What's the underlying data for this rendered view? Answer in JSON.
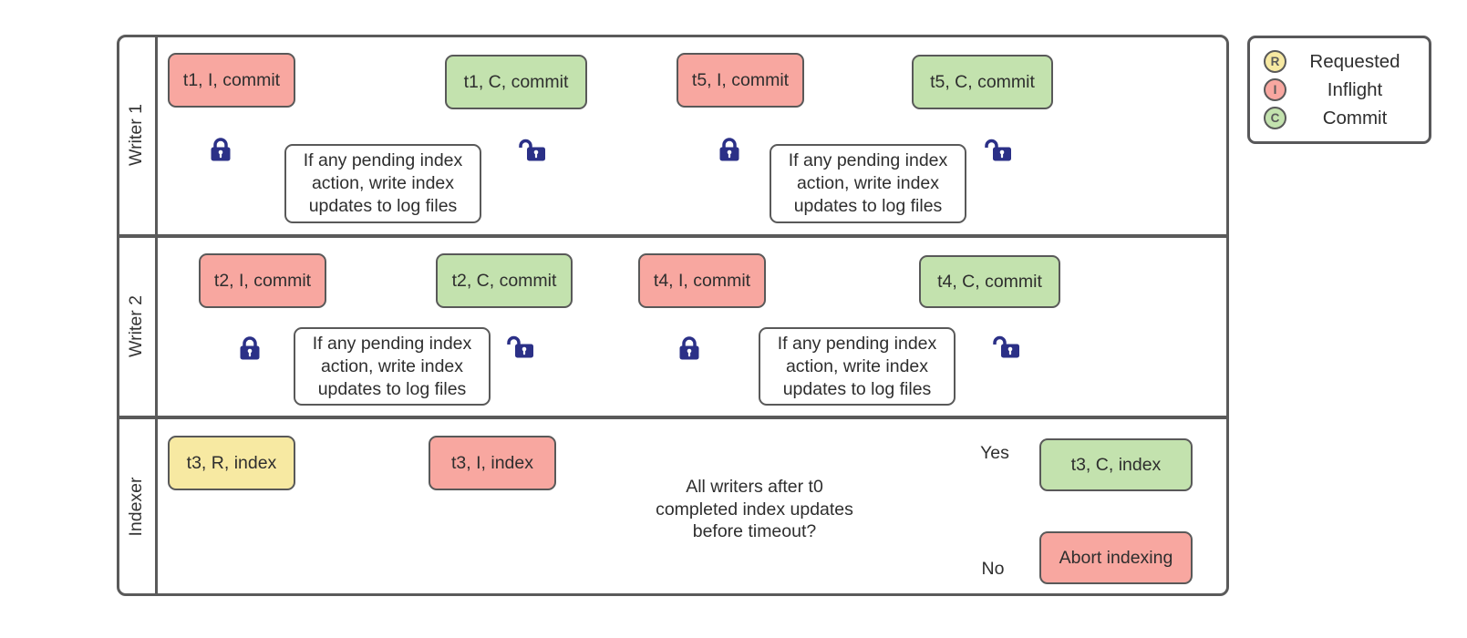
{
  "colors": {
    "requested_fill": "#f7e9a2",
    "inflight_fill": "#f8a7a0",
    "commit_fill": "#c3e2ae",
    "box_border": "#595959",
    "connector": "#616161",
    "lock": "#2b3087"
  },
  "lanes": [
    {
      "label": "Writer 1"
    },
    {
      "label": "Writer 2"
    },
    {
      "label": "Indexer"
    }
  ],
  "action": {
    "line1": "If any pending index",
    "line2": "action, write index",
    "line3": "updates to log files"
  },
  "writer1": {
    "t1_inflight": "t1, I, commit",
    "t1_commit": "t1, C, commit",
    "t5_inflight": "t5, I, commit",
    "t5_commit": "t5, C, commit"
  },
  "writer2": {
    "t2_inflight": "t2, I, commit",
    "t2_commit": "t2, C, commit",
    "t4_inflight": "t4, I, commit",
    "t4_commit": "t4, C, commit"
  },
  "indexer": {
    "requested": "t3, R, index",
    "inflight": "t3, I, index",
    "commit": "t3, C, index",
    "abort": "Abort indexing",
    "decision_line1": "All writers after t0",
    "decision_line2": "completed index updates",
    "decision_line3": "before timeout?",
    "yes_label": "Yes",
    "no_label": "No"
  },
  "legend": {
    "items": [
      {
        "letter": "R",
        "label": "Requested"
      },
      {
        "letter": "I",
        "label": "Inflight"
      },
      {
        "letter": "C",
        "label": "Commit"
      }
    ]
  }
}
